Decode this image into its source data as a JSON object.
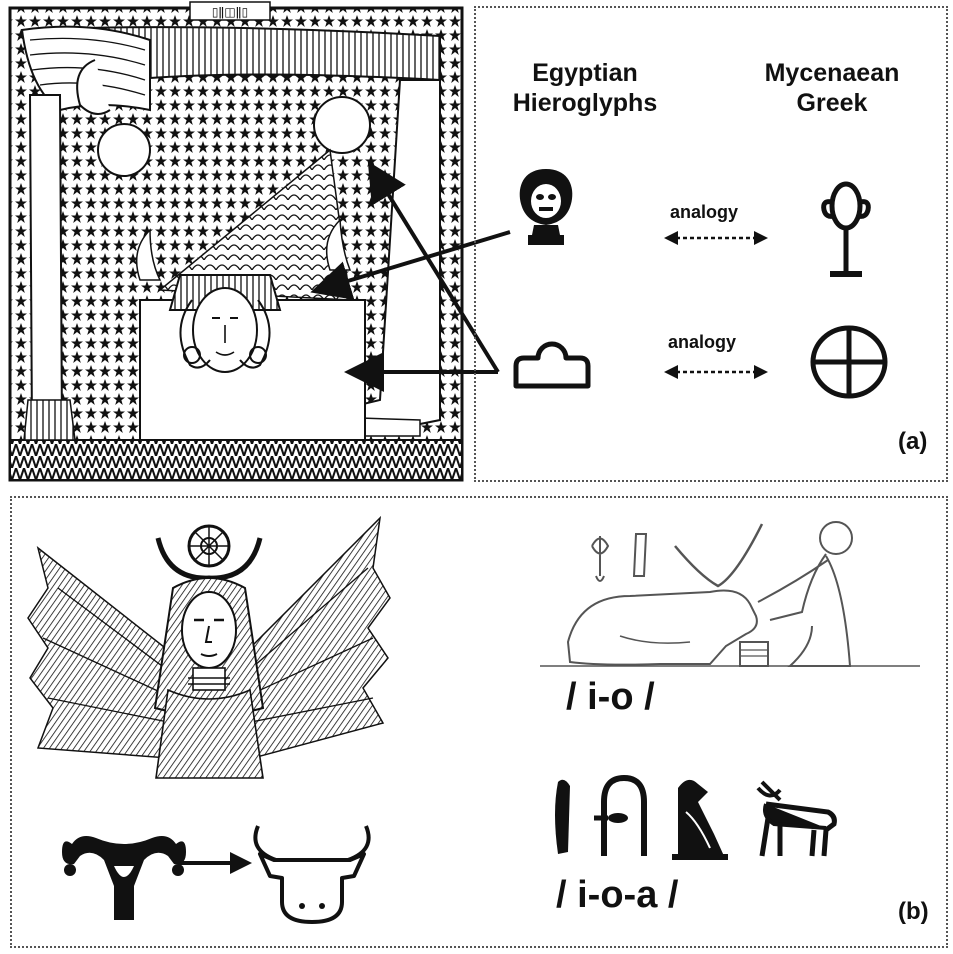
{
  "panel_a": {
    "header_left_line1": "Egyptian",
    "header_left_line2": "Hieroglyphs",
    "header_right_line1": "Mycenaean",
    "header_right_line2": "Greek",
    "relation_1": "analogy",
    "relation_2": "analogy",
    "panel_label": "(a)"
  },
  "panel_b": {
    "phonetic_1": "/ i-o /",
    "phonetic_2": "/ i-o-a /",
    "panel_label": "(b)"
  },
  "colors": {
    "ink": "#111111",
    "border": "#555555",
    "background": "#ffffff"
  }
}
